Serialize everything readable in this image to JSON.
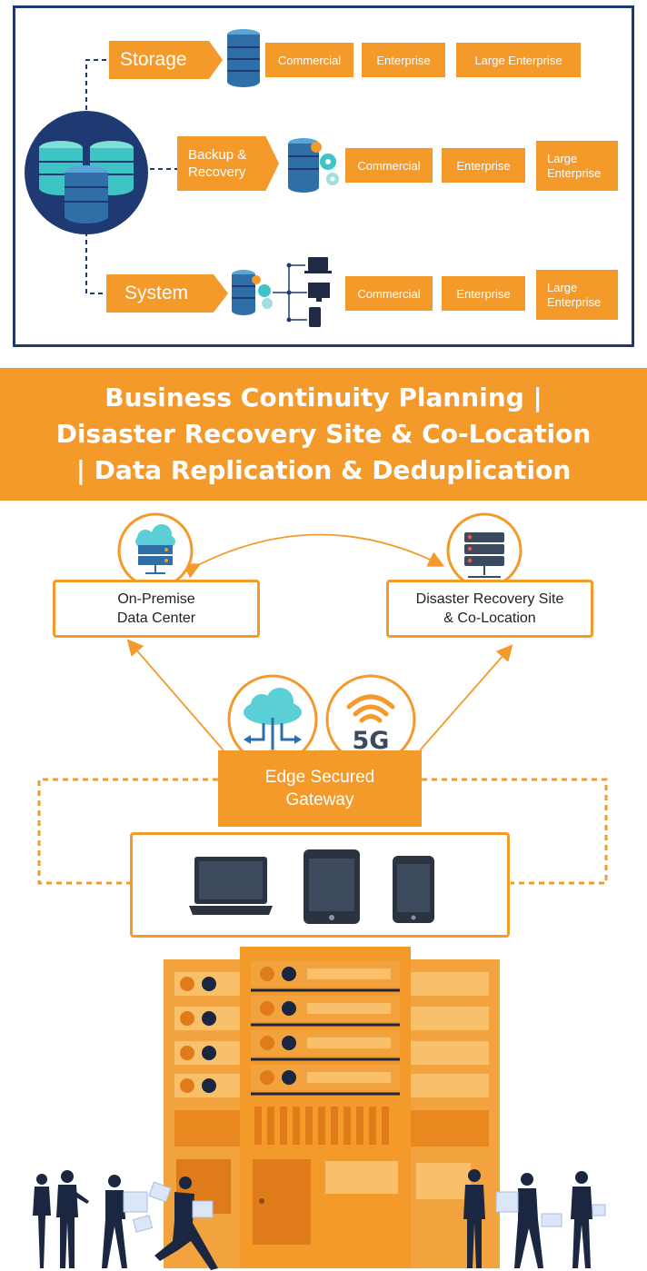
{
  "tiers_panel": {
    "rows": [
      {
        "category": "Storage",
        "tiers": [
          "Commercial",
          "Enterprise",
          "Large Enterprise"
        ]
      },
      {
        "category_line1": "Backup &",
        "category_line2": "Recovery",
        "tiers": [
          "Commercial",
          "Enterprise"
        ],
        "tier3_line1": "Large",
        "tier3_line2": "Enterprise"
      },
      {
        "category": "System",
        "tiers": [
          "Commercial",
          "Enterprise"
        ],
        "tier3_line1": "Large",
        "tier3_line2": "Enterprise"
      }
    ]
  },
  "banner": {
    "line1": "Business Continuity Planning |",
    "line2": "Disaster Recovery Site & Co-Location",
    "line3": "| Data Replication & Deduplication"
  },
  "network": {
    "on_premise": {
      "line1": "On-Premise",
      "line2": "Data Center"
    },
    "dr_site": {
      "line1": "Disaster Recovery Site",
      "line2": "& Co-Location"
    },
    "gateway": {
      "line1": "Edge Secured",
      "line2": "Gateway"
    },
    "badge_5g": "5G"
  },
  "colors": {
    "orange": "#f39a2b",
    "navy": "#1f3a73",
    "db_blue": "#2f6fa8",
    "teal": "#3fc4c6"
  }
}
